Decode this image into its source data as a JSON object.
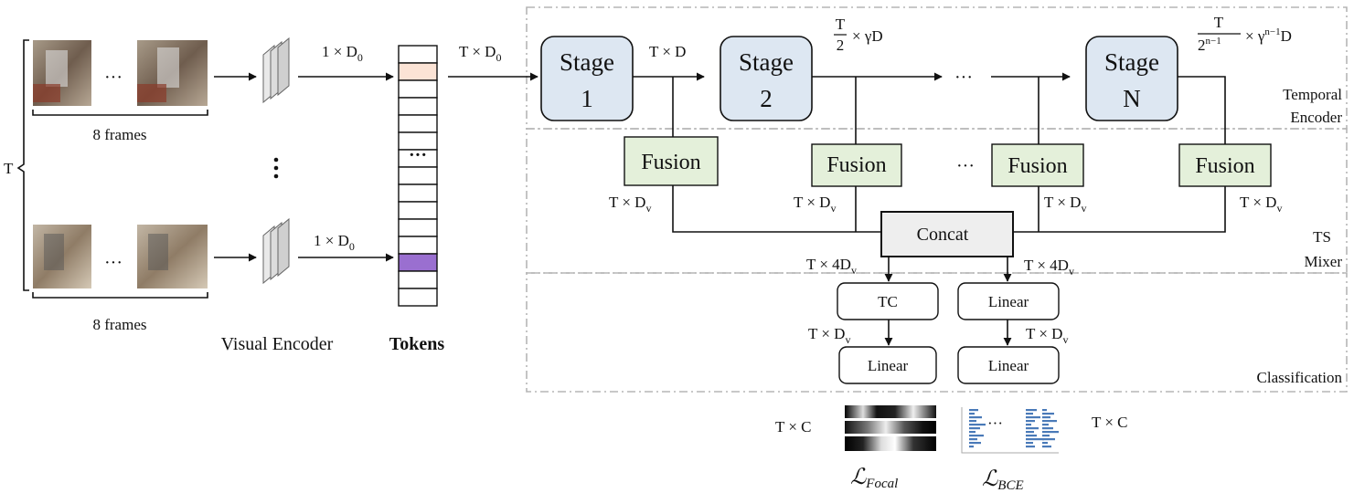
{
  "frames_label_top": "8 frames",
  "frames_label_bottom": "8 frames",
  "t_label": "T",
  "visual_encoder_label": "Visual Encoder",
  "tokens_label": "Tokens",
  "token_dim_top": "1 × D",
  "token_dim_top_sub": "0",
  "token_dim_bottom": "1 × D",
  "token_dim_bottom_sub": "0",
  "seq_dim": "T × D",
  "seq_dim_sub": "0",
  "stages": [
    {
      "line1": "Stage",
      "line2": "1"
    },
    {
      "line1": "Stage",
      "line2": "2"
    },
    {
      "line1": "Stage",
      "line2": "N"
    }
  ],
  "stage_dims": {
    "after_stage1": "T × D",
    "after_stage2_num": "T",
    "after_stage2_den": "2",
    "after_stage2_rest": "× γD",
    "after_stageN_num": "T",
    "after_stageN_den": "2",
    "after_stageN_den_sup": "n−1",
    "after_stageN_rest": "× γ",
    "after_stageN_rest_sup": "n−1",
    "after_stageN_tail": "D"
  },
  "ellipsis": "···",
  "fusion_label": "Fusion",
  "fusion_dim": "T × D",
  "fusion_dim_sub": "v",
  "concat_label": "Concat",
  "concat_dim": "T × 4D",
  "concat_dim_sub": "v",
  "tc_label": "TC",
  "linear_label": "Linear",
  "branch_dim": "T × D",
  "branch_dim_sub": "v",
  "sections": {
    "temporal_line1": "Temporal",
    "temporal_line2": "Encoder",
    "mixer_line1": "TS",
    "mixer_line2": "Mixer",
    "classification": "Classification"
  },
  "output_dim_left": "T × C",
  "output_dim_right": "T × C",
  "loss_focal_main": "ℒ",
  "loss_focal_sub": "Focal",
  "loss_bce_main": "ℒ",
  "loss_bce_sub": "BCE",
  "colors": {
    "stage_fill": "#dde7f2",
    "fusion_fill": "#e4f0da",
    "concat_fill": "#eeeeee",
    "token_highlight_1": "#fbe3d5",
    "token_highlight_2": "#9a6fd0",
    "bce_bars": "#4a7ab8"
  }
}
